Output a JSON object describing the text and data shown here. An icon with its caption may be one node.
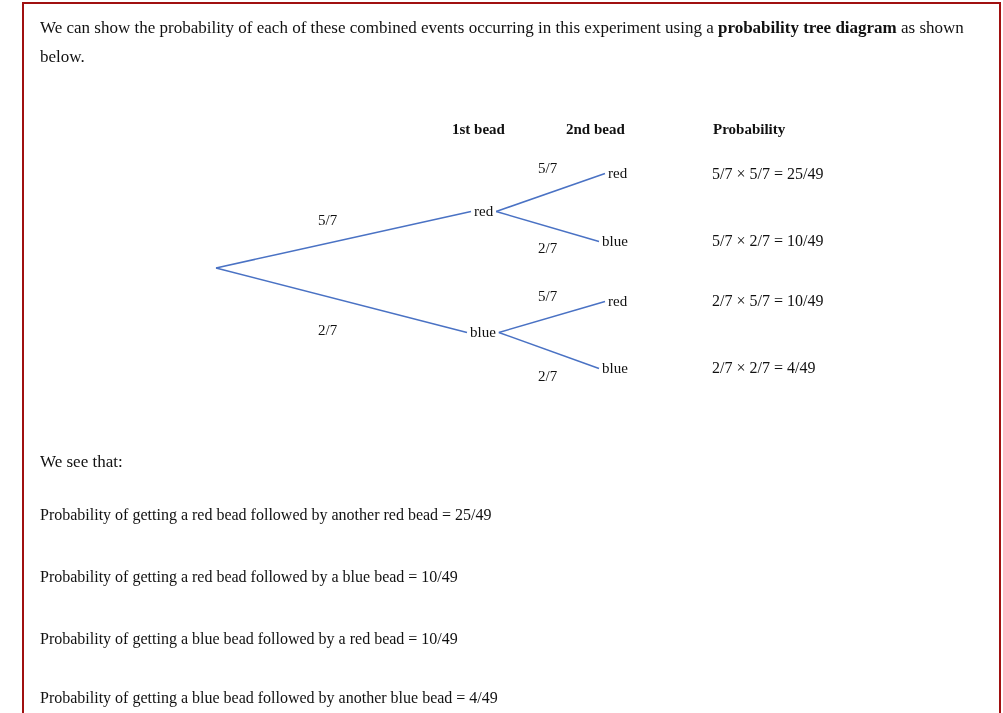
{
  "diagram": {
    "nodes": [
      {
        "text": [
          "red"
        ]
      },
      {
        "text": [
          "blue"
        ]
      },
      {
        "text": [
          "red"
        ]
      },
      {
        "text": [
          "blue"
        ]
      },
      {
        "text": [
          "red"
        ]
      },
      {
        "text": [
          "blue"
        ]
      }
    ],
    "edges": [
      {
        "from": null,
        "to": 0,
        "arrow": "none",
        "label": "5/7"
      },
      {
        "from": null,
        "to": 1,
        "arrow": "none",
        "label": "2/7"
      },
      {
        "from": 0,
        "to": 2,
        "arrow": "none",
        "label": "5/7"
      },
      {
        "from": 0,
        "to": 3,
        "arrow": "none",
        "label": "2/7"
      },
      {
        "from": 1,
        "to": 4,
        "arrow": "none",
        "label": "5/7"
      },
      {
        "from": 1,
        "to": 5,
        "arrow": "none",
        "label": "2/7"
      }
    ],
    "labels": [
      "We can show the probability of each of these combined events occurring in this experiment using a **probability tree diagram** as shown below.",
      "1st bead",
      "2nd bead",
      "Probability",
      "5/7 × 5/7 = 25/49",
      "5/7 × 2/7 = 10/49",
      "2/7 × 5/7 = 10/49",
      "2/7 × 2/7 = 4/49",
      "We see that:",
      "Probability of getting a red bead followed by another red bead = 25/49",
      "Probability of getting a red bead followed by a blue bead = 10/49",
      "Probability of getting a blue bead followed by a red bead = 10/49",
      "Probability of getting a blue bead followed by another blue bead = 4/49"
    ]
  }
}
